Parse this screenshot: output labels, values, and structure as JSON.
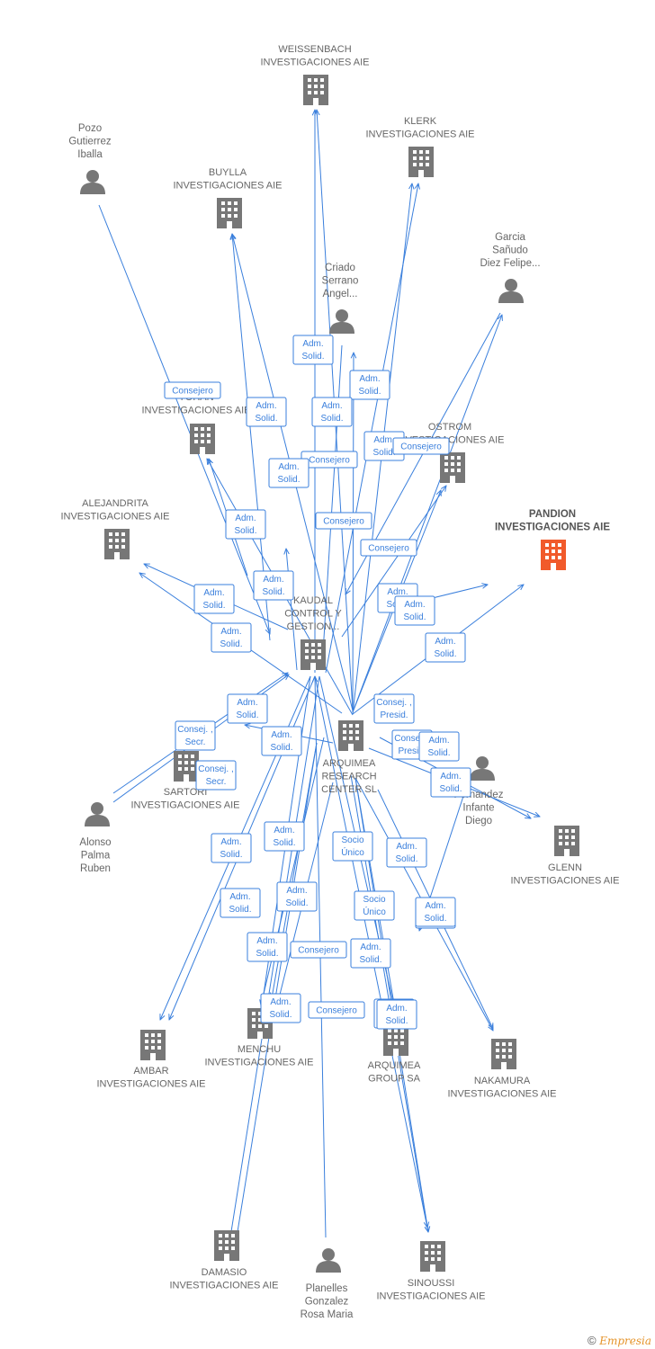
{
  "colors": {
    "edge": "#3a7fdc",
    "building": "#777777",
    "focus_building": "#f15a2b",
    "person": "#777777"
  },
  "nodes": [
    {
      "id": "weissenbach",
      "type": "company",
      "lines": [
        "WEISSENBACH",
        "INVESTIGACIONES AIE"
      ]
    },
    {
      "id": "klerk",
      "type": "company",
      "lines": [
        "KLERK",
        "INVESTIGACIONES AIE"
      ]
    },
    {
      "id": "buylla",
      "type": "company",
      "lines": [
        "BUYLLA",
        "INVESTIGACIONES AIE"
      ]
    },
    {
      "id": "pozo",
      "type": "person",
      "lines": [
        "Pozo",
        "Gutierrez",
        "Iballa"
      ]
    },
    {
      "id": "garcia",
      "type": "person",
      "lines": [
        "Garcia",
        "Sañudo",
        "Diez Felipe..."
      ]
    },
    {
      "id": "criado",
      "type": "person",
      "lines": [
        "Criado",
        "Serrano",
        "Angel..."
      ]
    },
    {
      "id": "yohan",
      "type": "company",
      "lines": [
        "YOHAN",
        "INVESTIGACIONES AIE"
      ]
    },
    {
      "id": "ostrom",
      "type": "company",
      "lines": [
        "OSTROM",
        "INVESTIGACIONES AIE"
      ]
    },
    {
      "id": "alejandrita",
      "type": "company",
      "lines": [
        "ALEJANDRITA",
        "INVESTIGACIONES AIE"
      ]
    },
    {
      "id": "pandion",
      "type": "focus",
      "lines": [
        "PANDION",
        "INVESTIGACIONES AIE"
      ]
    },
    {
      "id": "kaudal",
      "type": "company",
      "lines": [
        "KAUDAL",
        "CONTROL Y",
        "GESTION..."
      ]
    },
    {
      "id": "arquimea_rc",
      "type": "company",
      "lines": [
        "ARQUIMEA",
        "RESEARCH",
        "CENTER  SL"
      ]
    },
    {
      "id": "sartori",
      "type": "company",
      "lines": [
        "SARTORI",
        "INVESTIGACIONES AIE"
      ]
    },
    {
      "id": "alonso",
      "type": "person",
      "lines": [
        "Alonso",
        "Palma",
        "Ruben"
      ]
    },
    {
      "id": "fernandez",
      "type": "person",
      "lines": [
        "Fernandez",
        "Infante",
        "Diego"
      ]
    },
    {
      "id": "glenn",
      "type": "company",
      "lines": [
        "GLENN",
        "INVESTIGACIONES AIE"
      ]
    },
    {
      "id": "ambar",
      "type": "company",
      "lines": [
        "AMBAR",
        "INVESTIGACIONES AIE"
      ]
    },
    {
      "id": "menchu",
      "type": "company",
      "lines": [
        "MENCHU",
        "INVESTIGACIONES AIE"
      ]
    },
    {
      "id": "arquimea_group",
      "type": "company",
      "lines": [
        "ARQUIMEA",
        "GROUP SA"
      ]
    },
    {
      "id": "nakamura",
      "type": "company",
      "lines": [
        "NAKAMURA",
        "INVESTIGACIONES AIE"
      ]
    },
    {
      "id": "damasio",
      "type": "company",
      "lines": [
        "DAMASIO",
        "INVESTIGACIONES AIE"
      ]
    },
    {
      "id": "planelles",
      "type": "person",
      "lines": [
        "Planelles",
        "Gonzalez",
        "Rosa Maria"
      ]
    },
    {
      "id": "sinoussi",
      "type": "company",
      "lines": [
        "SINOUSSI",
        "INVESTIGACIONES AIE"
      ]
    }
  ],
  "relations": [
    {
      "lines": [
        "Adm.",
        "Solid."
      ]
    },
    {
      "lines": [
        "Adm.",
        "Solid."
      ]
    },
    {
      "lines": [
        "Consejero"
      ]
    },
    {
      "lines": [
        "Adm.",
        "Solid."
      ]
    },
    {
      "lines": [
        "Adm.",
        "Solid."
      ]
    },
    {
      "lines": [
        "Adm.",
        "Solid."
      ]
    },
    {
      "lines": [
        "Consejero"
      ]
    },
    {
      "lines": [
        "Adm.",
        "Solid."
      ]
    },
    {
      "lines": [
        "Consejero"
      ]
    },
    {
      "lines": [
        "Adm.",
        "Solid."
      ]
    },
    {
      "lines": [
        "Consejero"
      ]
    },
    {
      "lines": [
        "Consejero"
      ]
    },
    {
      "lines": [
        "Adm.",
        "Solid."
      ]
    },
    {
      "lines": [
        "Adm.",
        "Solid."
      ]
    },
    {
      "lines": [
        "Adm.",
        "Solid."
      ]
    },
    {
      "lines": [
        "Adm.",
        "Solid."
      ]
    },
    {
      "lines": [
        "Adm.",
        "Solid."
      ]
    },
    {
      "lines": [
        "Adm.",
        "Solid."
      ]
    },
    {
      "lines": [
        "Adm.",
        "Solid."
      ]
    },
    {
      "lines": [
        "Adm.",
        "Solid."
      ]
    },
    {
      "lines": [
        "Consej. ,",
        "Presid."
      ]
    },
    {
      "lines": [
        "Consej. ,",
        "Secr."
      ]
    },
    {
      "lines": [
        "Adm.",
        "Solid."
      ]
    },
    {
      "lines": [
        "Consej. ,",
        "Secr."
      ]
    },
    {
      "lines": [
        "Consej. ,",
        "Presid."
      ]
    },
    {
      "lines": [
        "Adm.",
        "Solid."
      ]
    },
    {
      "lines": [
        "Adm.",
        "Solid."
      ]
    },
    {
      "lines": [
        "Adm.",
        "Solid."
      ]
    },
    {
      "lines": [
        "Adm.",
        "Solid."
      ]
    },
    {
      "lines": [
        "Socio",
        "Único"
      ]
    },
    {
      "lines": [
        "Adm.",
        "Solid."
      ]
    },
    {
      "lines": [
        "Adm.",
        "Solid."
      ]
    },
    {
      "lines": [
        "Adm.",
        "Solid."
      ]
    },
    {
      "lines": [
        "Socio",
        "Único"
      ]
    },
    {
      "lines": [
        "Socio",
        "Único"
      ]
    },
    {
      "lines": [
        "Adm.",
        "Solid."
      ]
    },
    {
      "lines": [
        "Adm.",
        "Solid."
      ]
    },
    {
      "lines": [
        "Consejero"
      ]
    },
    {
      "lines": [
        "Adm.",
        "Solid."
      ]
    },
    {
      "lines": [
        "Adm.",
        "Solid."
      ]
    },
    {
      "lines": [
        "Consejero"
      ]
    },
    {
      "lines": [
        "Adm.",
        "Solid."
      ]
    }
  ],
  "footer": {
    "copyright": "©",
    "brand": "Empresia"
  }
}
